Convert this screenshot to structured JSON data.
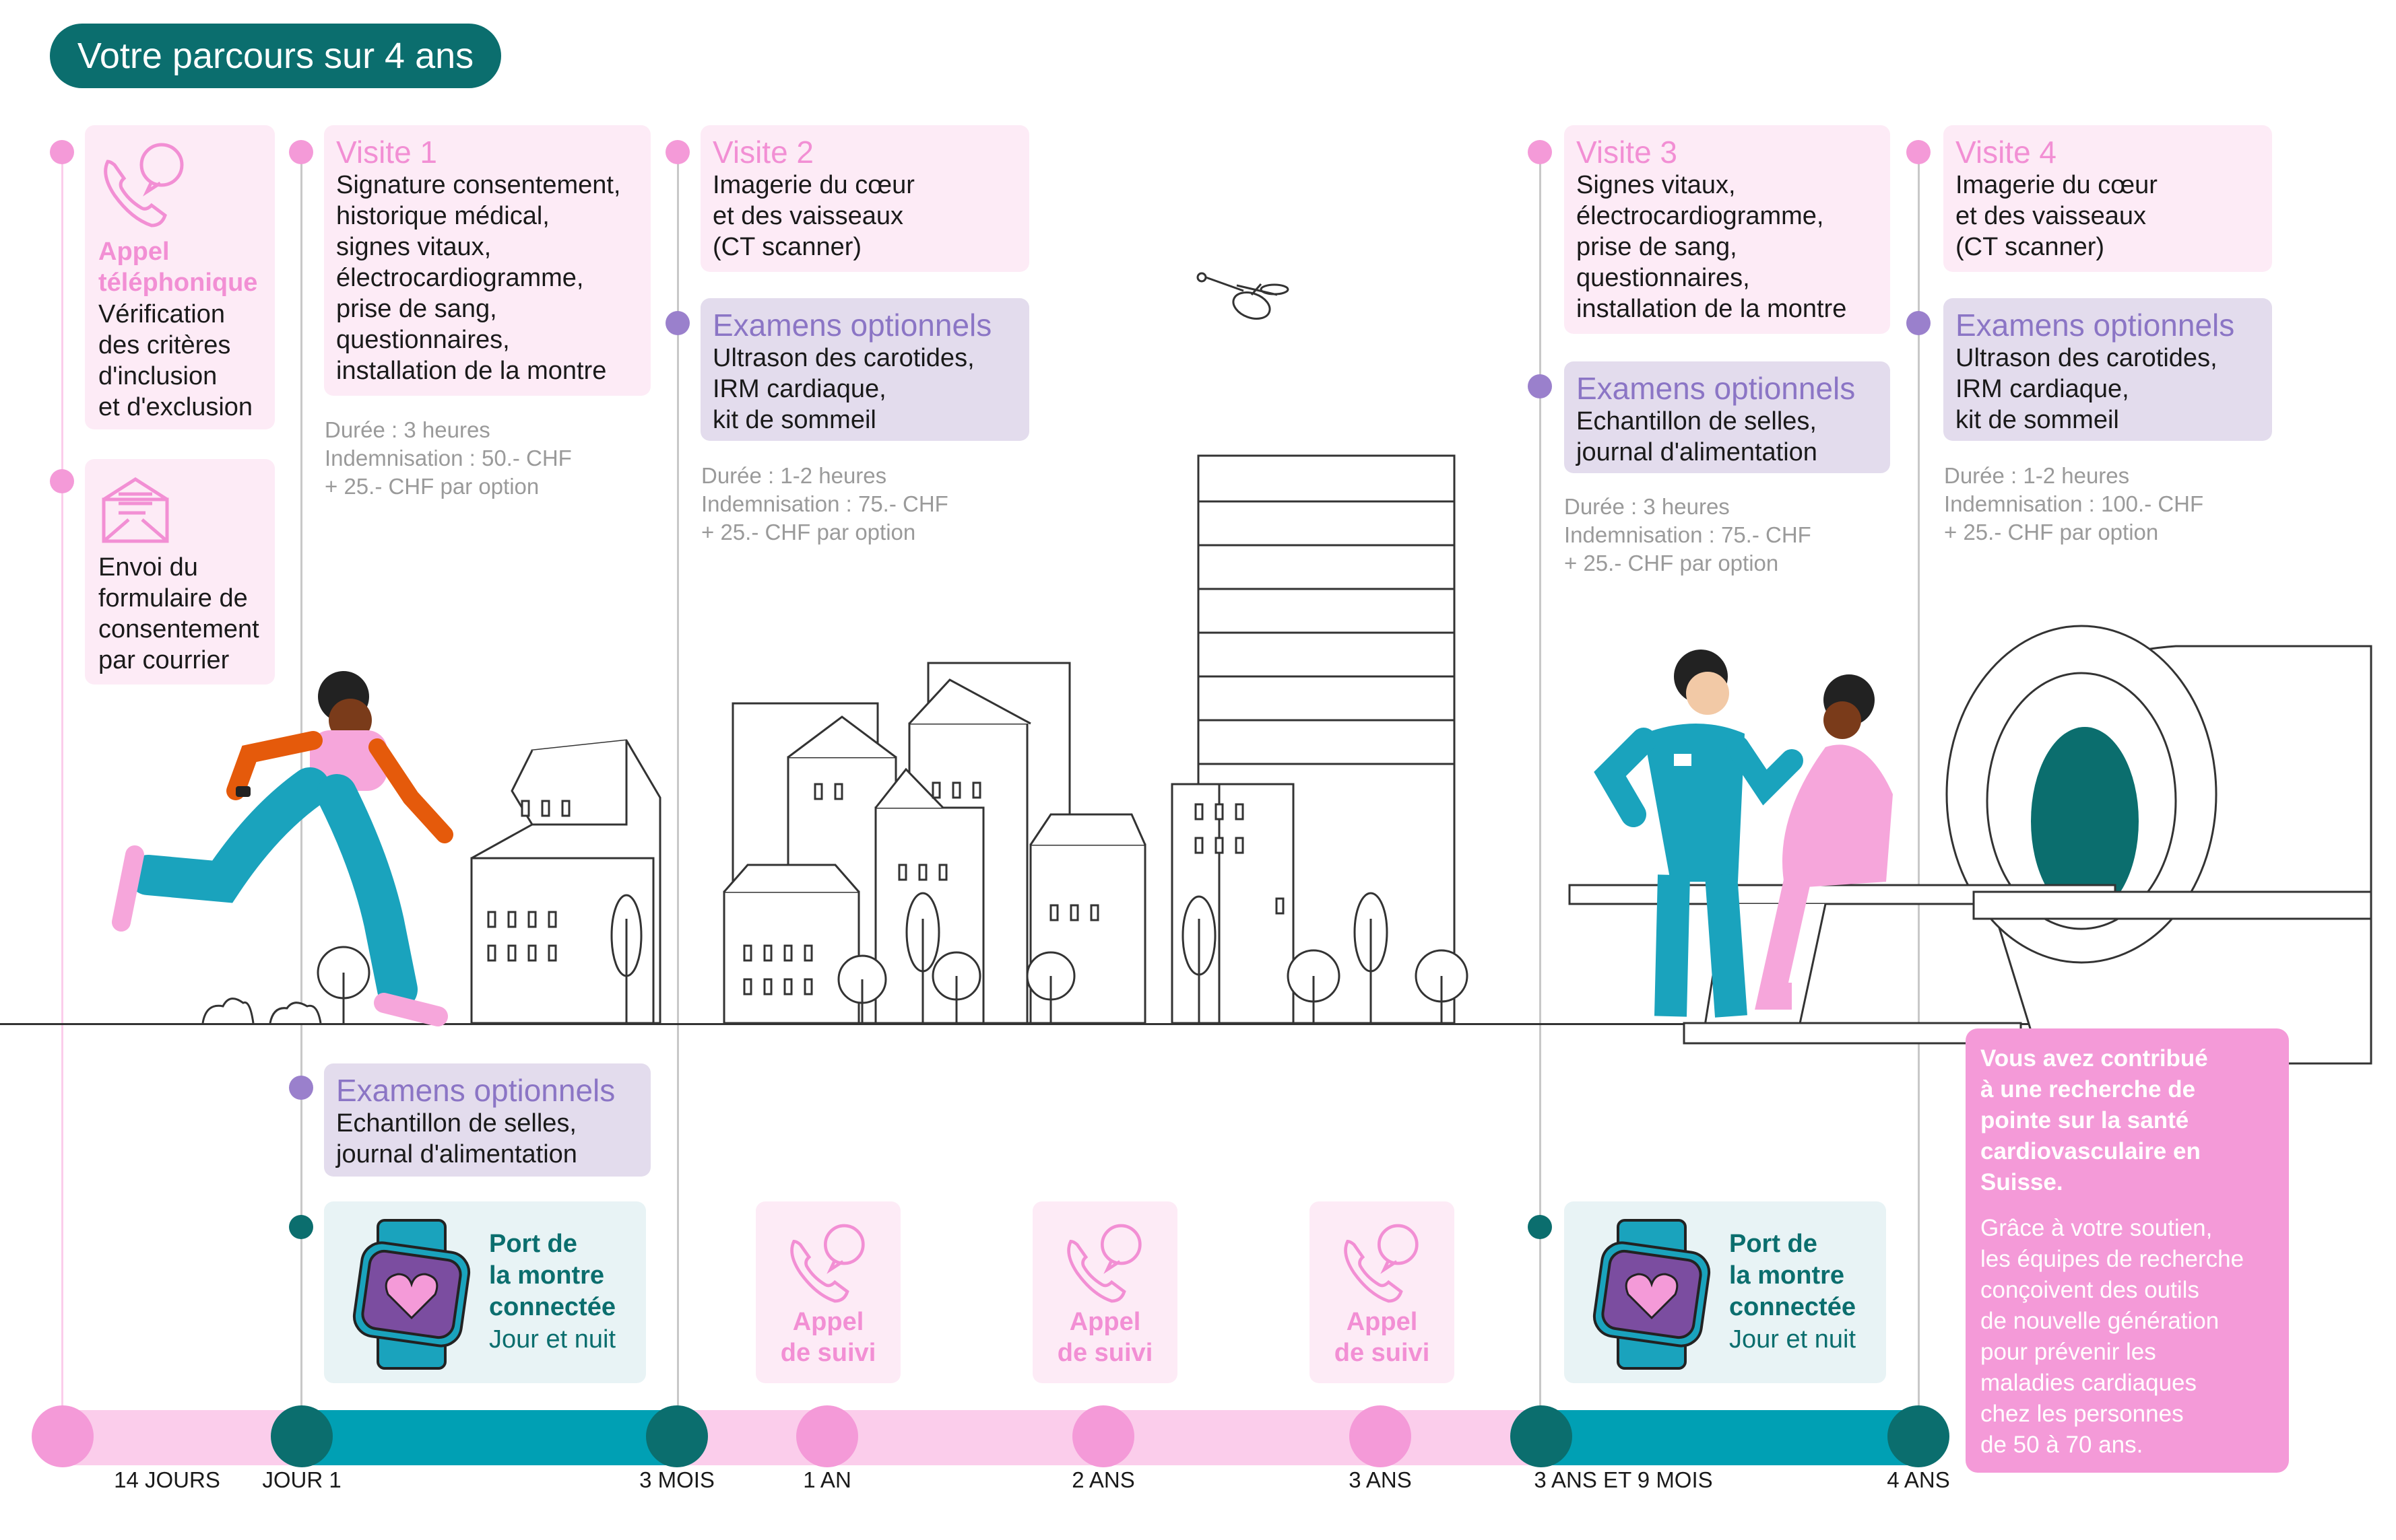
{
  "title": "Votre parcours sur 4 ans",
  "colors": {
    "teal": "#0b6e6e",
    "teal_light": "#00a0b4",
    "pink": "#f28fd4",
    "pink_light": "#fbcdeb",
    "lavender": "#8b75c5"
  },
  "phone_call": {
    "title": "Appel\ntéléphonique",
    "text": "Vérification\ndes critères\nd'inclusion\net d'exclusion"
  },
  "consent_mail": {
    "text": "Envoi du\nformulaire de\nconsentement\npar courrier"
  },
  "visit1": {
    "title": "Visite 1",
    "text": "Signature consentement,\nhistorique médical,\nsignes vitaux,\nélectrocardiogramme,\nprise de sang,\nquestionnaires,\ninstallation de la montre",
    "details": "Durée : 3 heures\nIndemnisation : 50.- CHF\n+ 25.- CHF par option",
    "optional_title": "Examens optionnels",
    "optional_text": "Echantillon de selles,\njournal d'alimentation"
  },
  "visit2": {
    "title": "Visite 2",
    "text": "Imagerie du cœur\net des vaisseaux\n(CT scanner)",
    "optional_title": "Examens optionnels",
    "optional_text": "Ultrason des carotides,\nIRM cardiaque,\nkit de sommeil",
    "details": "Durée : 1-2 heures\nIndemnisation : 75.- CHF\n+ 25.- CHF par option"
  },
  "visit3": {
    "title": "Visite 3",
    "text": "Signes vitaux,\nélectrocardiogramme,\nprise de sang,\nquestionnaires,\ninstallation de la montre",
    "optional_title": "Examens optionnels",
    "optional_text": "Echantillon de selles,\njournal d'alimentation",
    "details": "Durée : 3 heures\nIndemnisation : 75.- CHF\n+ 25.- CHF par option"
  },
  "visit4": {
    "title": "Visite 4",
    "text": "Imagerie du cœur\net des vaisseaux\n(CT scanner)",
    "optional_title": "Examens optionnels",
    "optional_text": "Ultrason des carotides,\nIRM cardiaque,\nkit de sommeil",
    "details": "Durée : 1-2 heures\nIndemnisation : 100.- CHF\n+ 25.- CHF par option"
  },
  "watch": {
    "title": "Port de\nla montre\nconnectée",
    "subtitle": "Jour et nuit"
  },
  "followup_call": "Appel\nde suivi",
  "final": {
    "heading": "Vous avez contribué\nà une recherche de\npointe sur la santé\ncardiovasculaire en\nSuisse.",
    "body": "Grâce à votre soutien,\nles équipes de recherche\nconçoivent des outils\nde nouvelle génération\npour prévenir les\nmaladies cardiaques\nchez les personnes\nde 50 à 70 ans."
  },
  "timeline": [
    "14 JOURS",
    "JOUR 1",
    "3 MOIS",
    "1 AN",
    "2 ANS",
    "3 ANS",
    "3 ANS ET 9 MOIS",
    "4 ANS"
  ]
}
